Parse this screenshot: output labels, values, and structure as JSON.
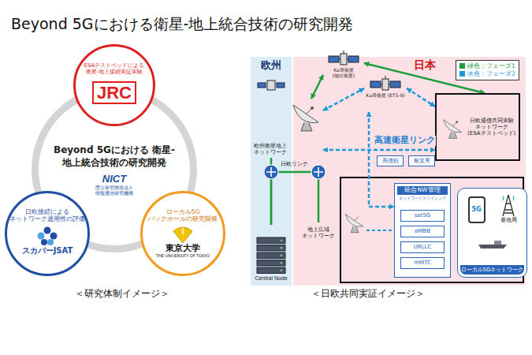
{
  "diagram": {
    "title": "Beyond 5Gにおける衛星-地上統合技術の研究開発",
    "nodes": [
      {
        "text": [
          "Beyond 5Gにおける 衛星-地上統合技術の研究開発",
          "NICT",
          "国立研究開発法人 情報通信研究機構"
        ]
      },
      {
        "text": [
          "ESAテストベッドによる 衛星-地上接続実証実験",
          "JRC"
        ]
      },
      {
        "text": [
          "日欧接続による ネットワーク通用性の評価",
          "スカパーJSAT"
        ]
      },
      {
        "text": [
          "ローカル5G バックホールの研究開発",
          "東京大学",
          "THE UNIVERSITY OF TOKYO"
        ]
      },
      {
        "text": [
          "欧州"
        ]
      },
      {
        "text": [
          "日本"
        ]
      },
      {
        "text": [
          "欧州衛星地上 ネットワーク"
        ]
      },
      {
        "text": [
          "Central Node"
        ],
        "in": 4
      },
      {
        "text": [
          "Ka帯衛星 (他社衛星)"
        ],
        "in": 5
      },
      {
        "text": [
          "Ka帯衛星 (ETS-9)"
        ],
        "in": 5
      },
      {
        "text": [
          "地上広域 ネットワーク"
        ],
        "in": 5
      },
      {
        "text": [
          "日欧通信共同実験 ネットワーク (ESAテストベッド)"
        ],
        "in": 5
      },
      {
        "text": [
          "統合NW管理",
          "ネットワークスライシング"
        ],
        "in": 5
      },
      {
        "text": [
          "sat5G"
        ],
        "in": 12
      },
      {
        "text": [
          "eMBB"
        ],
        "in": 12
      },
      {
        "text": [
          "URLLC"
        ],
        "in": 12
      },
      {
        "text": [
          "mMTC"
        ],
        "in": 12
      },
      {
        "text": [
          "5G",
          "基地局",
          "ローカル5Gネットワーク"
        ],
        "in": 5
      },
      {
        "text": [
          "高信頼"
        ],
        "in": 5
      },
      {
        "text": [
          "耐災害"
        ],
        "in": 5
      }
    ],
    "edges": [
      {
        "from": 6,
        "to": 8,
        "arrow": "both"
      },
      {
        "from": 8,
        "to": 11,
        "arrow": "both"
      },
      {
        "from": 6,
        "to": 9,
        "arrow": "both"
      },
      {
        "from": 9,
        "to": 11,
        "arrow": "both"
      },
      {
        "from": 9,
        "to": 12,
        "arrow": "both"
      },
      {
        "from": 6,
        "to": 11,
        "label": "高速衛星リンク",
        "arrow": "both"
      },
      {
        "from": 7,
        "to": 10,
        "label": "日欧リンク",
        "arrow": "none"
      },
      {
        "from": 6,
        "to": 7,
        "arrow": "none"
      }
    ],
    "labels": [
      "＜研究体制イメージ＞",
      "＜日欧共同実証イメージ＞"
    ],
    "legend": [
      {
        "text": "緑色：フェーズ1",
        "color": "#1e9e3a"
      },
      {
        "text": "水色：フェーズ2",
        "color": "#1a9ad6"
      }
    ]
  }
}
